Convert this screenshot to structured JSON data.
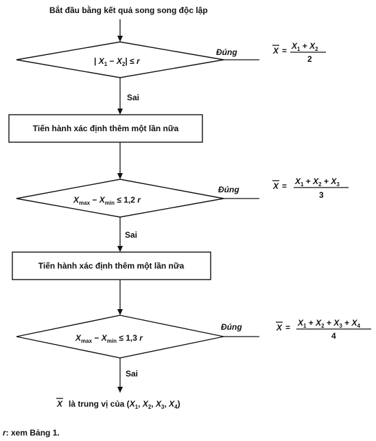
{
  "start_label": "Bắt đầu bằng kết quả song song độc lập",
  "decisions": [
    {
      "condition_left": "|X1 − X2|",
      "condition_op": "≤",
      "condition_right": "r",
      "yes_label": "Đúng",
      "no_label": "Sai",
      "result_numerator": "X1 + X2",
      "result_denominator": "2"
    },
    {
      "condition_left": "Xmax − Xmin",
      "condition_op": "≤",
      "condition_right": "1,2 r",
      "yes_label": "Đúng",
      "no_label": "Sai",
      "result_numerator": "X1 + X2 + X3",
      "result_denominator": "3"
    },
    {
      "condition_left": "Xmax − Xmin",
      "condition_op": "≤",
      "condition_right": "1,3 r",
      "yes_label": "Đúng",
      "no_label": "Sai",
      "result_numerator": "X1 + X2 + X3 + X4",
      "result_denominator": "4"
    }
  ],
  "process_boxes": [
    {
      "label": "Tiến hành xác định thêm một lần nữa"
    },
    {
      "label": "Tiến hành xác định thêm một lần nữa"
    }
  ],
  "result_symbol": "X",
  "final_text": "là trung vị của (X1, X2, X3, X4)",
  "footnote": {
    "symbol": "r",
    "text": ": xem Bảng 1."
  }
}
